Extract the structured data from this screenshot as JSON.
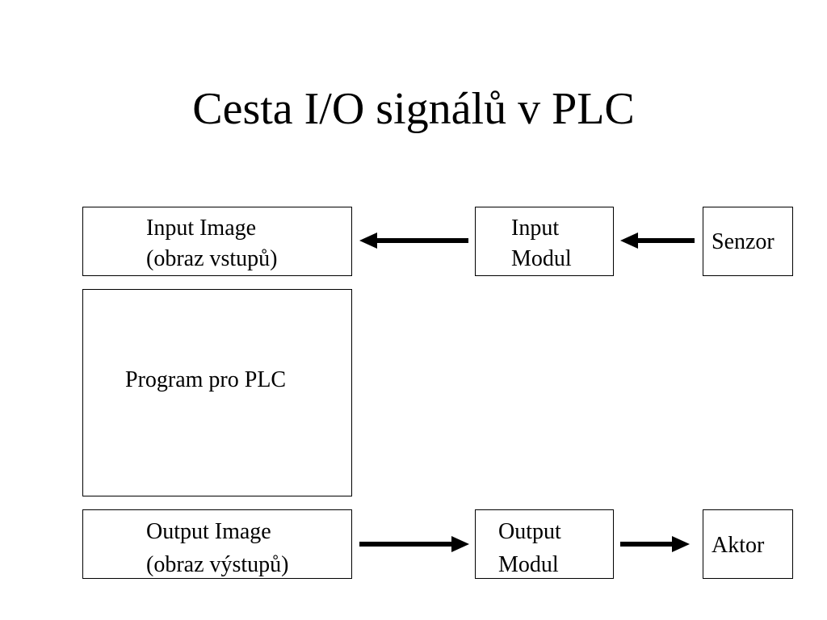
{
  "title": "Cesta I/O signálů v PLC",
  "nodes": {
    "input_image": {
      "line1": "Input Image",
      "line2": "(obraz vstupů)"
    },
    "input_modul": {
      "line1": "Input",
      "line2": "Modul"
    },
    "senzor": {
      "label": "Senzor"
    },
    "program": {
      "label": "Program pro PLC"
    },
    "output_image": {
      "line1": "Output Image",
      "line2": "(obraz výstupů)"
    },
    "output_modul": {
      "line1": "Output",
      "line2": "Modul"
    },
    "aktor": {
      "label": "Aktor"
    }
  },
  "edges": [
    {
      "from": "senzor",
      "to": "input_modul"
    },
    {
      "from": "input_modul",
      "to": "input_image"
    },
    {
      "from": "output_image",
      "to": "output_modul"
    },
    {
      "from": "output_modul",
      "to": "aktor"
    }
  ]
}
